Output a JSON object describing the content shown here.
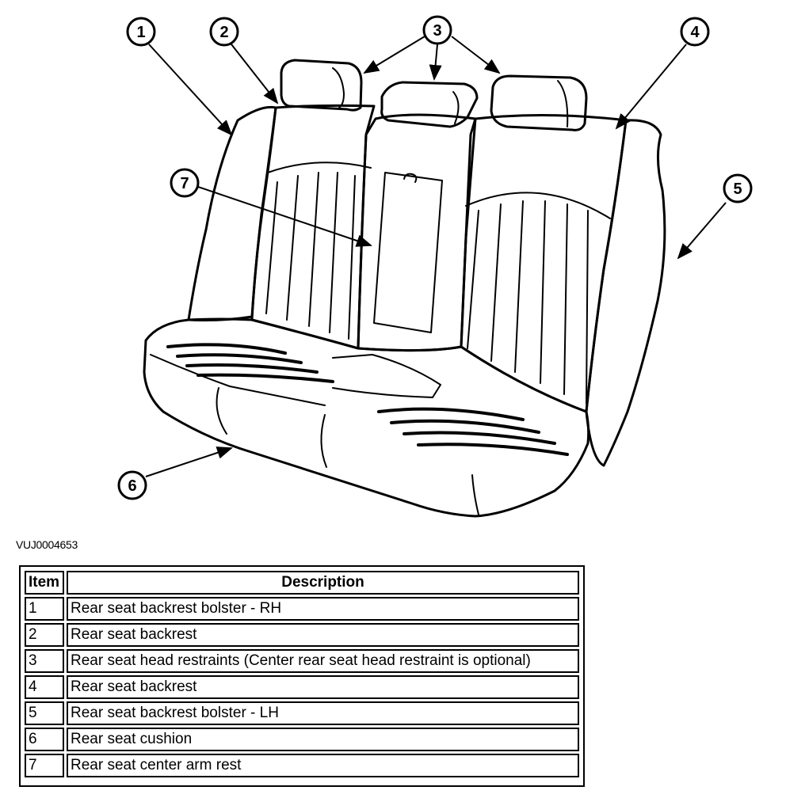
{
  "figure_id": "VUJ0004653",
  "callouts": [
    "1",
    "2",
    "3",
    "4",
    "5",
    "6",
    "7"
  ],
  "legend": {
    "header_item": "Item",
    "header_description": "Description",
    "rows": [
      {
        "item": "1",
        "description": "Rear seat backrest bolster - RH"
      },
      {
        "item": "2",
        "description": "Rear seat backrest"
      },
      {
        "item": "3",
        "description": "Rear seat head restraints (Center rear seat head restraint is optional)"
      },
      {
        "item": "4",
        "description": "Rear seat backrest"
      },
      {
        "item": "5",
        "description": "Rear seat backrest bolster - LH"
      },
      {
        "item": "6",
        "description": "Rear seat cushion"
      },
      {
        "item": "7",
        "description": "Rear seat center arm rest"
      }
    ]
  }
}
